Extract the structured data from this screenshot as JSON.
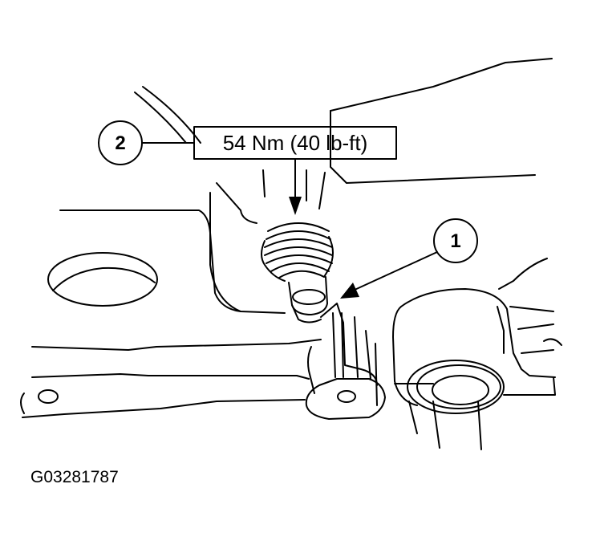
{
  "diagram": {
    "callouts": [
      {
        "id": "2",
        "number": "2"
      },
      {
        "id": "1",
        "number": "1"
      }
    ],
    "torque_spec": "54 Nm (40 lb-ft)",
    "figure_id": "G03281787"
  }
}
